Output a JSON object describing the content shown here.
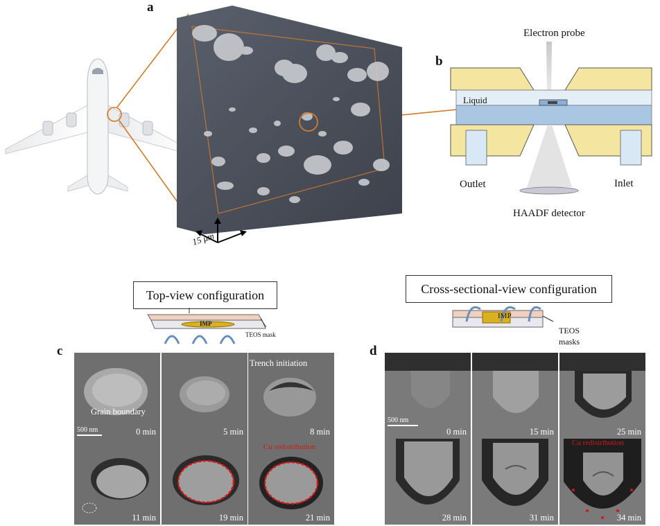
{
  "panel_a": {
    "letter": "a",
    "scale_label": "15 μm"
  },
  "panel_b": {
    "letter": "b",
    "probe_label": "Electron probe",
    "liquid_label": "Liquid",
    "outlet_label": "Outlet",
    "inlet_label": "Inlet",
    "detector_label": "HAADF detector"
  },
  "top_view": {
    "title": "Top-view configuration",
    "imp_label": "IMP",
    "mask_label": "TEOS mask"
  },
  "cross_view": {
    "title": "Cross-sectional-view configuration",
    "imp_label": "IMP",
    "mask_label_1": "TEOS",
    "mask_label_2": "masks"
  },
  "panel_c": {
    "letter": "c",
    "scale": "500 nm",
    "tiles": [
      {
        "time": "0 min",
        "note": "Grain boundary"
      },
      {
        "time": "5 min",
        "note": ""
      },
      {
        "time": "8 min",
        "note": "Trench initiation"
      },
      {
        "time": "11 min",
        "note": ""
      },
      {
        "time": "19 min",
        "note": ""
      },
      {
        "time": "21 min",
        "note": "Cu redistribution"
      }
    ]
  },
  "panel_d": {
    "letter": "d",
    "scale": "500 nm",
    "tiles": [
      {
        "time": "0 min"
      },
      {
        "time": "15 min"
      },
      {
        "time": "25 min"
      },
      {
        "time": "28 min"
      },
      {
        "time": "31 min"
      },
      {
        "time": "34 min",
        "note": "Cu redistribution"
      }
    ]
  },
  "colors": {
    "orange": "#d27a2c",
    "cell_yellow": "#f4e6a0",
    "liquid_blue": "#bcd9ef",
    "red_annot": "#d01818",
    "micrograph_gray": "#6f6f6f"
  }
}
